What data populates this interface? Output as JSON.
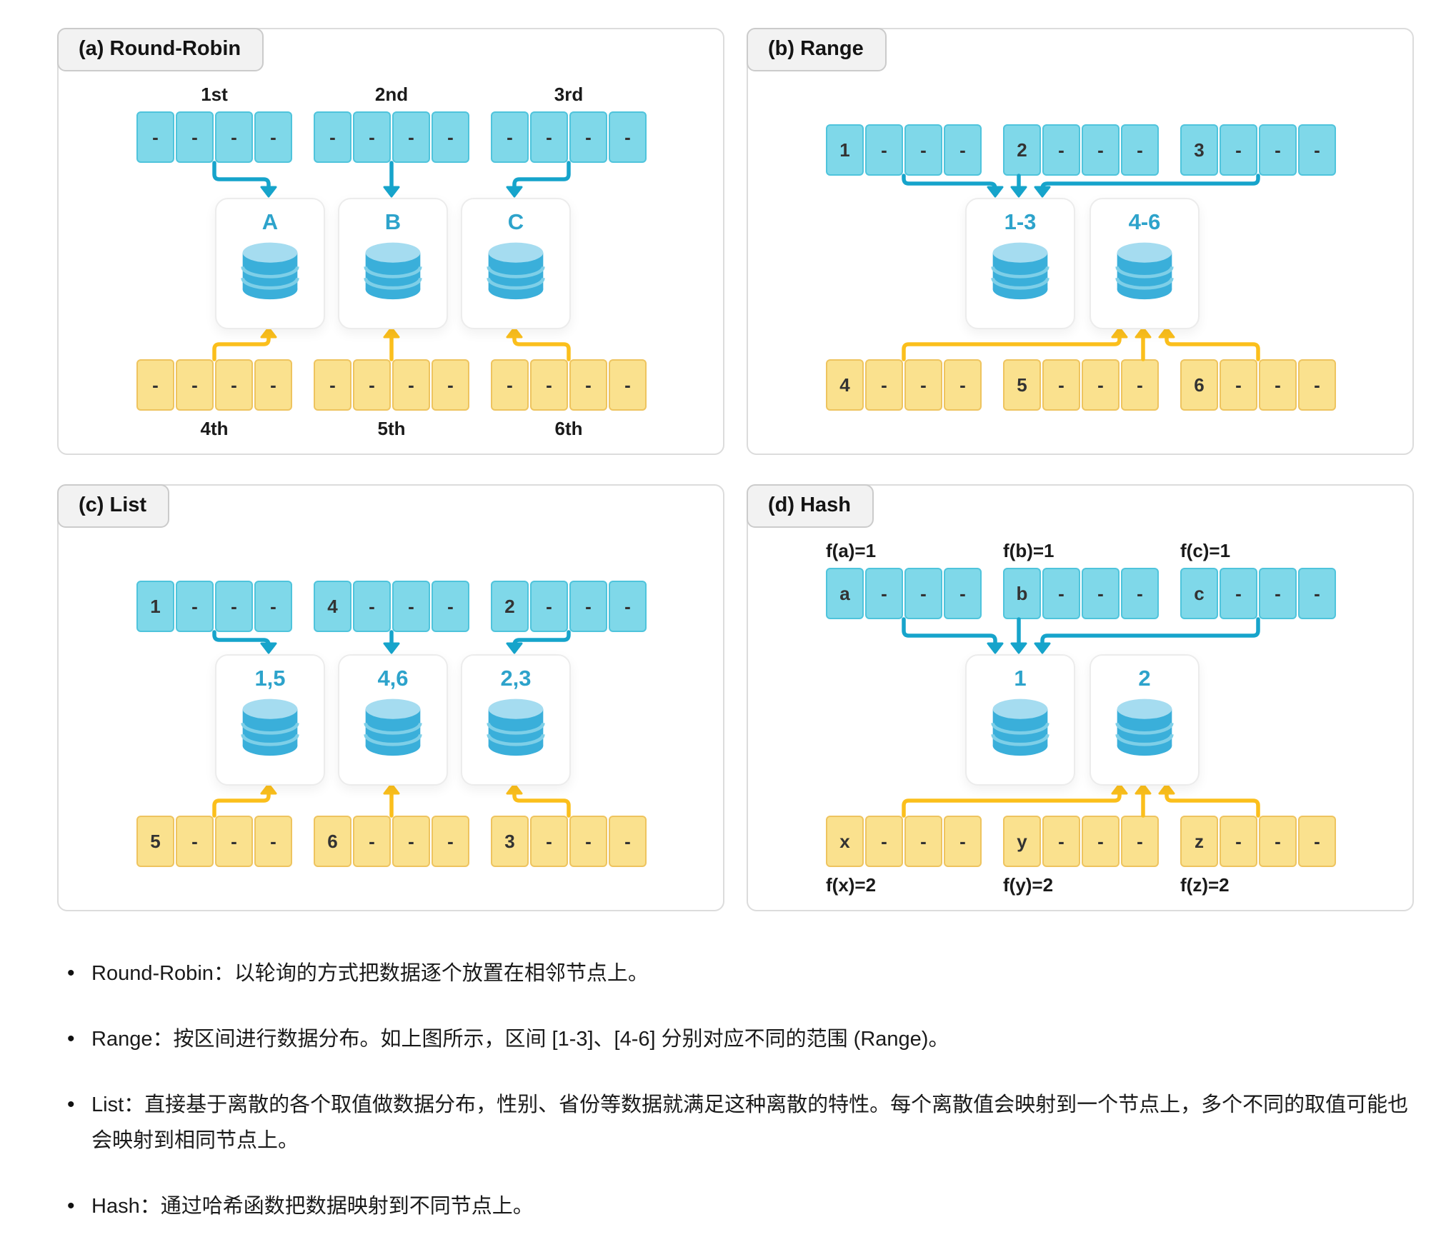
{
  "panels": [
    {
      "id": "round-robin",
      "title": "(a) Round-Robin",
      "layout": "three",
      "label_align": "center",
      "top_labels": [
        "1st",
        "2nd",
        "3rd"
      ],
      "rows_top": [
        [
          "-",
          "-",
          "-",
          "-"
        ],
        [
          "-",
          "-",
          "-",
          "-"
        ],
        [
          "-",
          "-",
          "-",
          "-"
        ]
      ],
      "nodes": [
        "A",
        "B",
        "C"
      ],
      "rows_bottom": [
        [
          "-",
          "-",
          "-",
          "-"
        ],
        [
          "-",
          "-",
          "-",
          "-"
        ],
        [
          "-",
          "-",
          "-",
          "-"
        ]
      ],
      "bottom_labels": [
        "4th",
        "5th",
        "6th"
      ]
    },
    {
      "id": "range",
      "title": "(b) Range",
      "layout": "two",
      "label_align": "center",
      "top_labels": [],
      "rows_top": [
        [
          "1",
          "-",
          "-",
          "-"
        ],
        [
          "2",
          "-",
          "-",
          "-"
        ],
        [
          "3",
          "-",
          "-",
          "-"
        ]
      ],
      "nodes": [
        "1-3",
        "4-6"
      ],
      "rows_bottom": [
        [
          "4",
          "-",
          "-",
          "-"
        ],
        [
          "5",
          "-",
          "-",
          "-"
        ],
        [
          "6",
          "-",
          "-",
          "-"
        ]
      ],
      "bottom_labels": []
    },
    {
      "id": "list",
      "title": "(c) List",
      "layout": "three",
      "label_align": "center",
      "top_labels": [],
      "rows_top": [
        [
          "1",
          "-",
          "-",
          "-"
        ],
        [
          "4",
          "-",
          "-",
          "-"
        ],
        [
          "2",
          "-",
          "-",
          "-"
        ]
      ],
      "nodes": [
        "1,5",
        "4,6",
        "2,3"
      ],
      "rows_bottom": [
        [
          "5",
          "-",
          "-",
          "-"
        ],
        [
          "6",
          "-",
          "-",
          "-"
        ],
        [
          "3",
          "-",
          "-",
          "-"
        ]
      ],
      "bottom_labels": []
    },
    {
      "id": "hash",
      "title": "(d) Hash",
      "layout": "two",
      "label_align": "left",
      "top_labels": [
        "f(a)=1",
        "f(b)=1",
        "f(c)=1"
      ],
      "rows_top": [
        [
          "a",
          "-",
          "-",
          "-"
        ],
        [
          "b",
          "-",
          "-",
          "-"
        ],
        [
          "c",
          "-",
          "-",
          "-"
        ]
      ],
      "nodes": [
        "1",
        "2"
      ],
      "rows_bottom": [
        [
          "x",
          "-",
          "-",
          "-"
        ],
        [
          "y",
          "-",
          "-",
          "-"
        ],
        [
          "z",
          "-",
          "-",
          "-"
        ]
      ],
      "bottom_labels": [
        "f(x)=2",
        "f(y)=2",
        "f(z)=2"
      ]
    }
  ],
  "bullets": [
    "Round-Robin：以轮询的方式把数据逐个放置在相邻节点上。",
    "Range：按区间进行数据分布。如上图所示，区间 [1-3]、[4-6] 分别对应不同的范围 (Range)。",
    "List：直接基于离散的各个取值做数据分布，性别、省份等数据就满足这种离散的特性。每个离散值会映射到一个节点上，多个不同的取值可能也会映射到相同节点上。",
    "Hash：通过哈希函数把数据映射到不同节点上。"
  ],
  "icons": {
    "node_icon": "database-icon"
  },
  "colors": {
    "cell_blue_fill": "#7FD8E9",
    "cell_blue_border": "#4FC4DC",
    "arrow_teal": "#16A4CB",
    "node_label": "#2DA3CB",
    "cell_yellow_fill": "#FAE18E",
    "cell_yellow_border": "#EEC45F",
    "arrow_yellow": "#FBBF1C",
    "panel_border": "#DCDCDC",
    "tab_bg": "#F2F2F2",
    "tab_border": "#CBCBCB",
    "cylinder_body": "#3AAFDA",
    "cylinder_top": "#A5DCF0",
    "cylinder_band": "#7ECFE8",
    "dash_text": "#333333"
  }
}
